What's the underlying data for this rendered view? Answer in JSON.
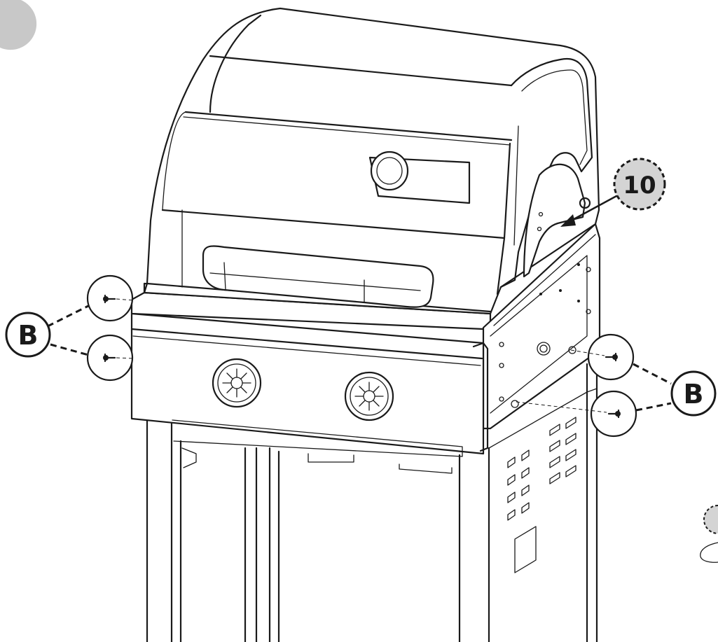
{
  "callouts": {
    "left": "B",
    "right": "B"
  },
  "part_number": "10",
  "colors": {
    "line": "#1a1a1a",
    "background": "#ffffff",
    "badge_fill": "#d4d4d4",
    "corner_badge": "#c8c8c8"
  }
}
